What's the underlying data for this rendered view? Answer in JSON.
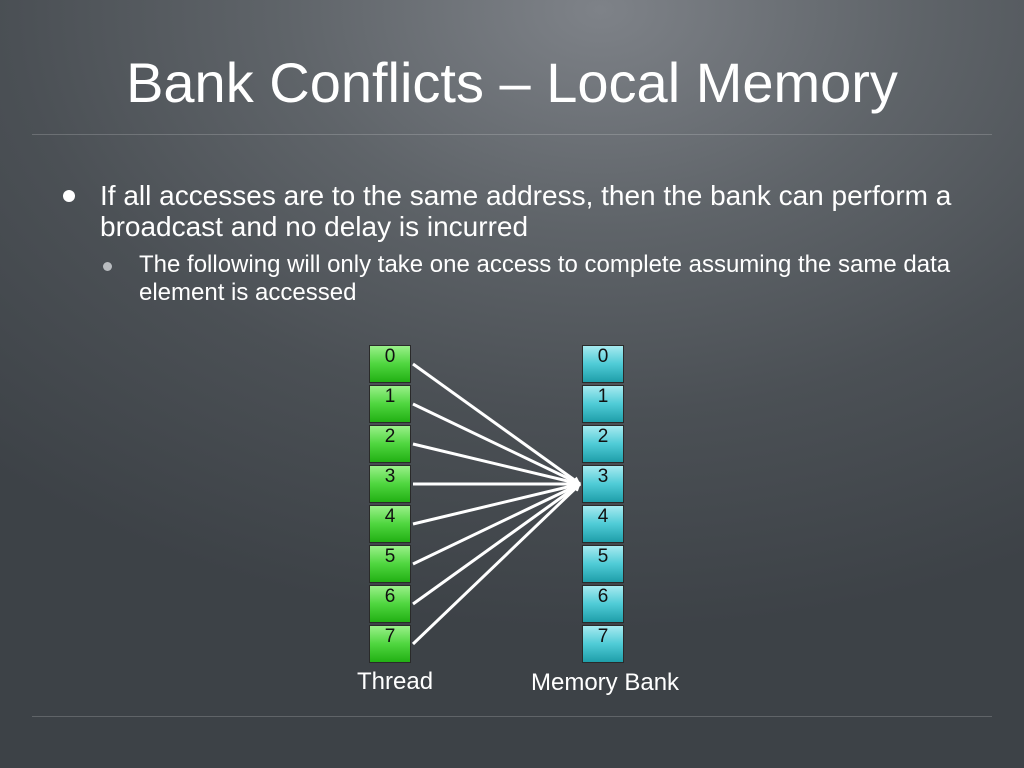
{
  "title": "Bank Conflicts – Local Memory",
  "bullets": {
    "level1": "If all accesses are to the same address, then the bank can perform a broadcast and no delay is incurred",
    "level2": "The following will only take one access to complete assuming the same data element is accessed"
  },
  "diagram": {
    "thread_cells": [
      "0",
      "1",
      "2",
      "3",
      "4",
      "5",
      "6",
      "7"
    ],
    "bank_cells": [
      "0",
      "1",
      "2",
      "3",
      "4",
      "5",
      "6",
      "7"
    ],
    "thread_label": "Thread",
    "bank_label": "Memory Bank",
    "mapping": {
      "from_threads": [
        "0",
        "1",
        "2",
        "3",
        "4",
        "5",
        "6",
        "7"
      ],
      "to_bank": "3"
    },
    "colors": {
      "thread_cell": "#4fd63f",
      "bank_cell": "#4fcbd6",
      "arrow": "#ffffff"
    }
  }
}
